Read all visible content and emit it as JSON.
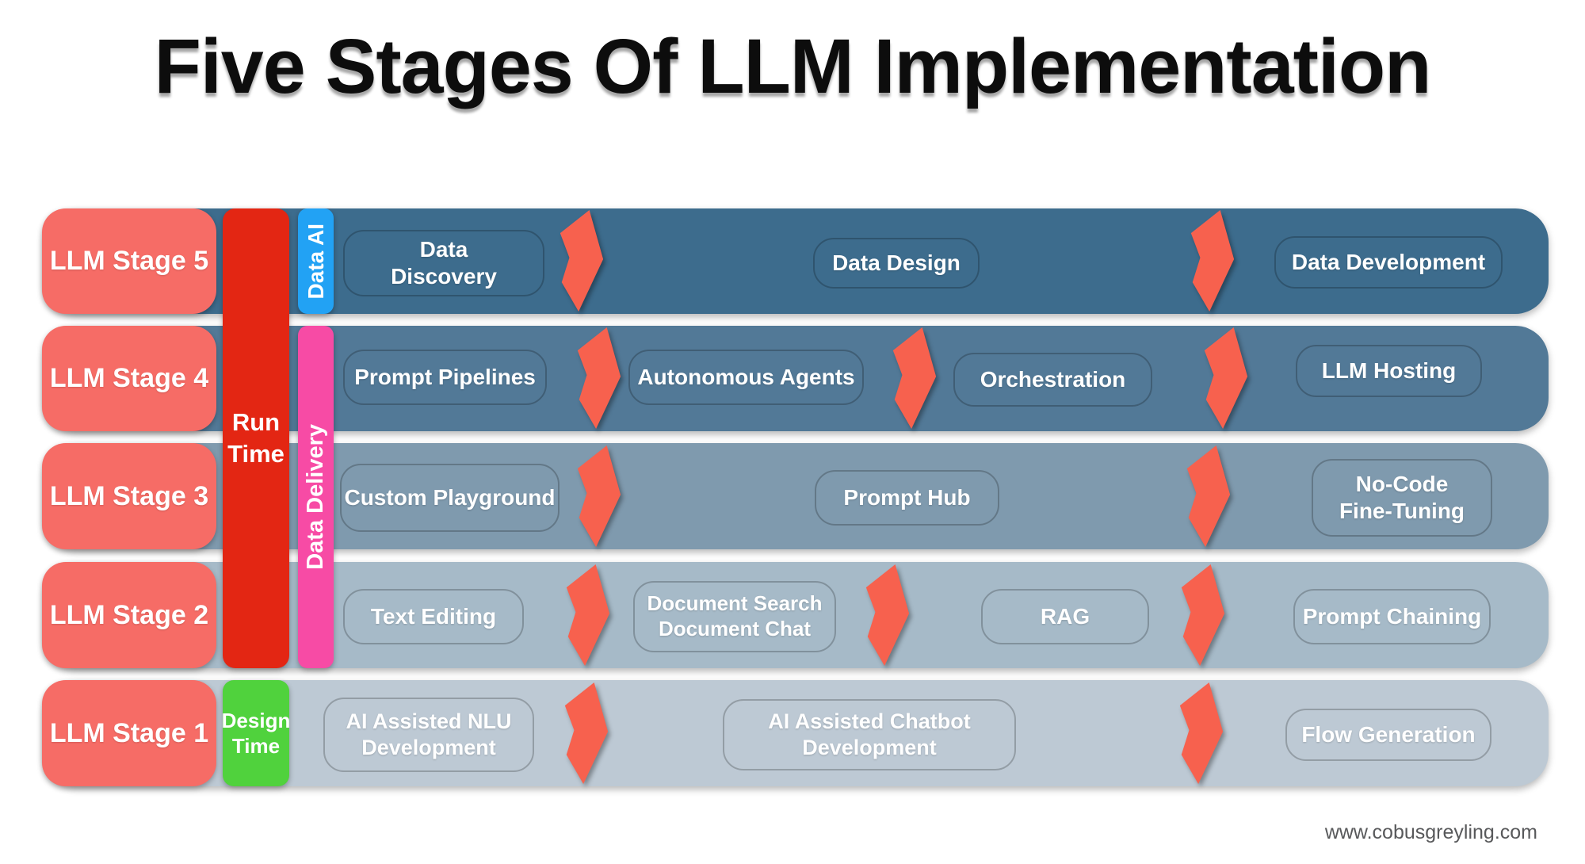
{
  "title": "Five Stages Of LLM Implementation",
  "footer": "www.cobusgreyling.com",
  "colors": {
    "stage_label": "#F66C66",
    "run_time_bar": "#E32613",
    "data_ai_bar": "#22A2F4",
    "data_delivery_bar": "#F74BA5",
    "design_time_bar": "#50D23D",
    "arrow": "#F7614E",
    "band_stage5": "#3D6C8D",
    "band_stage4": "#527997",
    "band_stage3": "#7F9AAE",
    "band_stage2": "#A6BAC8",
    "band_stage1": "#BDC9D4"
  },
  "timeline_labels": {
    "run_time": {
      "line1": "Run",
      "line2": "Time"
    },
    "data_ai": "Data AI",
    "data_delivery": "Data Delivery",
    "design_time": {
      "line1": "Design",
      "line2": "Time"
    }
  },
  "stages": [
    {
      "label": "LLM Stage 5",
      "pills": [
        {
          "line1": "Data",
          "line2": "Discovery"
        },
        {
          "line1": "Data Design",
          "line2": ""
        },
        {
          "line1": "Data Development",
          "line2": ""
        }
      ]
    },
    {
      "label": "LLM Stage 4",
      "pills": [
        {
          "line1": "Prompt Pipelines",
          "line2": ""
        },
        {
          "line1": "Autonomous Agents",
          "line2": ""
        },
        {
          "line1": "Orchestration",
          "line2": ""
        },
        {
          "line1": "LLM Hosting",
          "line2": ""
        }
      ]
    },
    {
      "label": "LLM Stage 3",
      "pills": [
        {
          "line1": "Custom Playground",
          "line2": ""
        },
        {
          "line1": "Prompt Hub",
          "line2": ""
        },
        {
          "line1": "No-Code",
          "line2": "Fine-Tuning"
        }
      ]
    },
    {
      "label": "LLM Stage 2",
      "pills": [
        {
          "line1": "Text Editing",
          "line2": ""
        },
        {
          "line1": "Document Search",
          "line2": "Document Chat"
        },
        {
          "line1": "RAG",
          "line2": ""
        },
        {
          "line1": "Prompt Chaining",
          "line2": ""
        }
      ]
    },
    {
      "label": "LLM Stage 1",
      "pills": [
        {
          "line1": "AI Assisted NLU",
          "line2": "Development"
        },
        {
          "line1": "AI Assisted Chatbot",
          "line2": "Development"
        },
        {
          "line1": "Flow Generation",
          "line2": ""
        }
      ]
    }
  ]
}
